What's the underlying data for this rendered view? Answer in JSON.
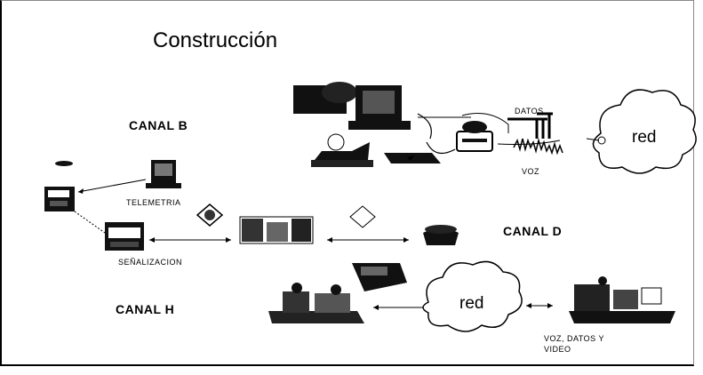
{
  "title": "Construcción",
  "channels": {
    "b": "CANAL B",
    "d": "CANAL D",
    "h": "CANAL H"
  },
  "labels": {
    "datos": "DATOS",
    "voz": "VOZ",
    "red_top": "red",
    "red_bottom": "red",
    "telemetria": "TELEMETRIA",
    "senalizacion": "SEÑALIZACION",
    "voz_datos_video_1": "VOZ, DATOS Y",
    "voz_datos_video_2": "VIDEO"
  }
}
